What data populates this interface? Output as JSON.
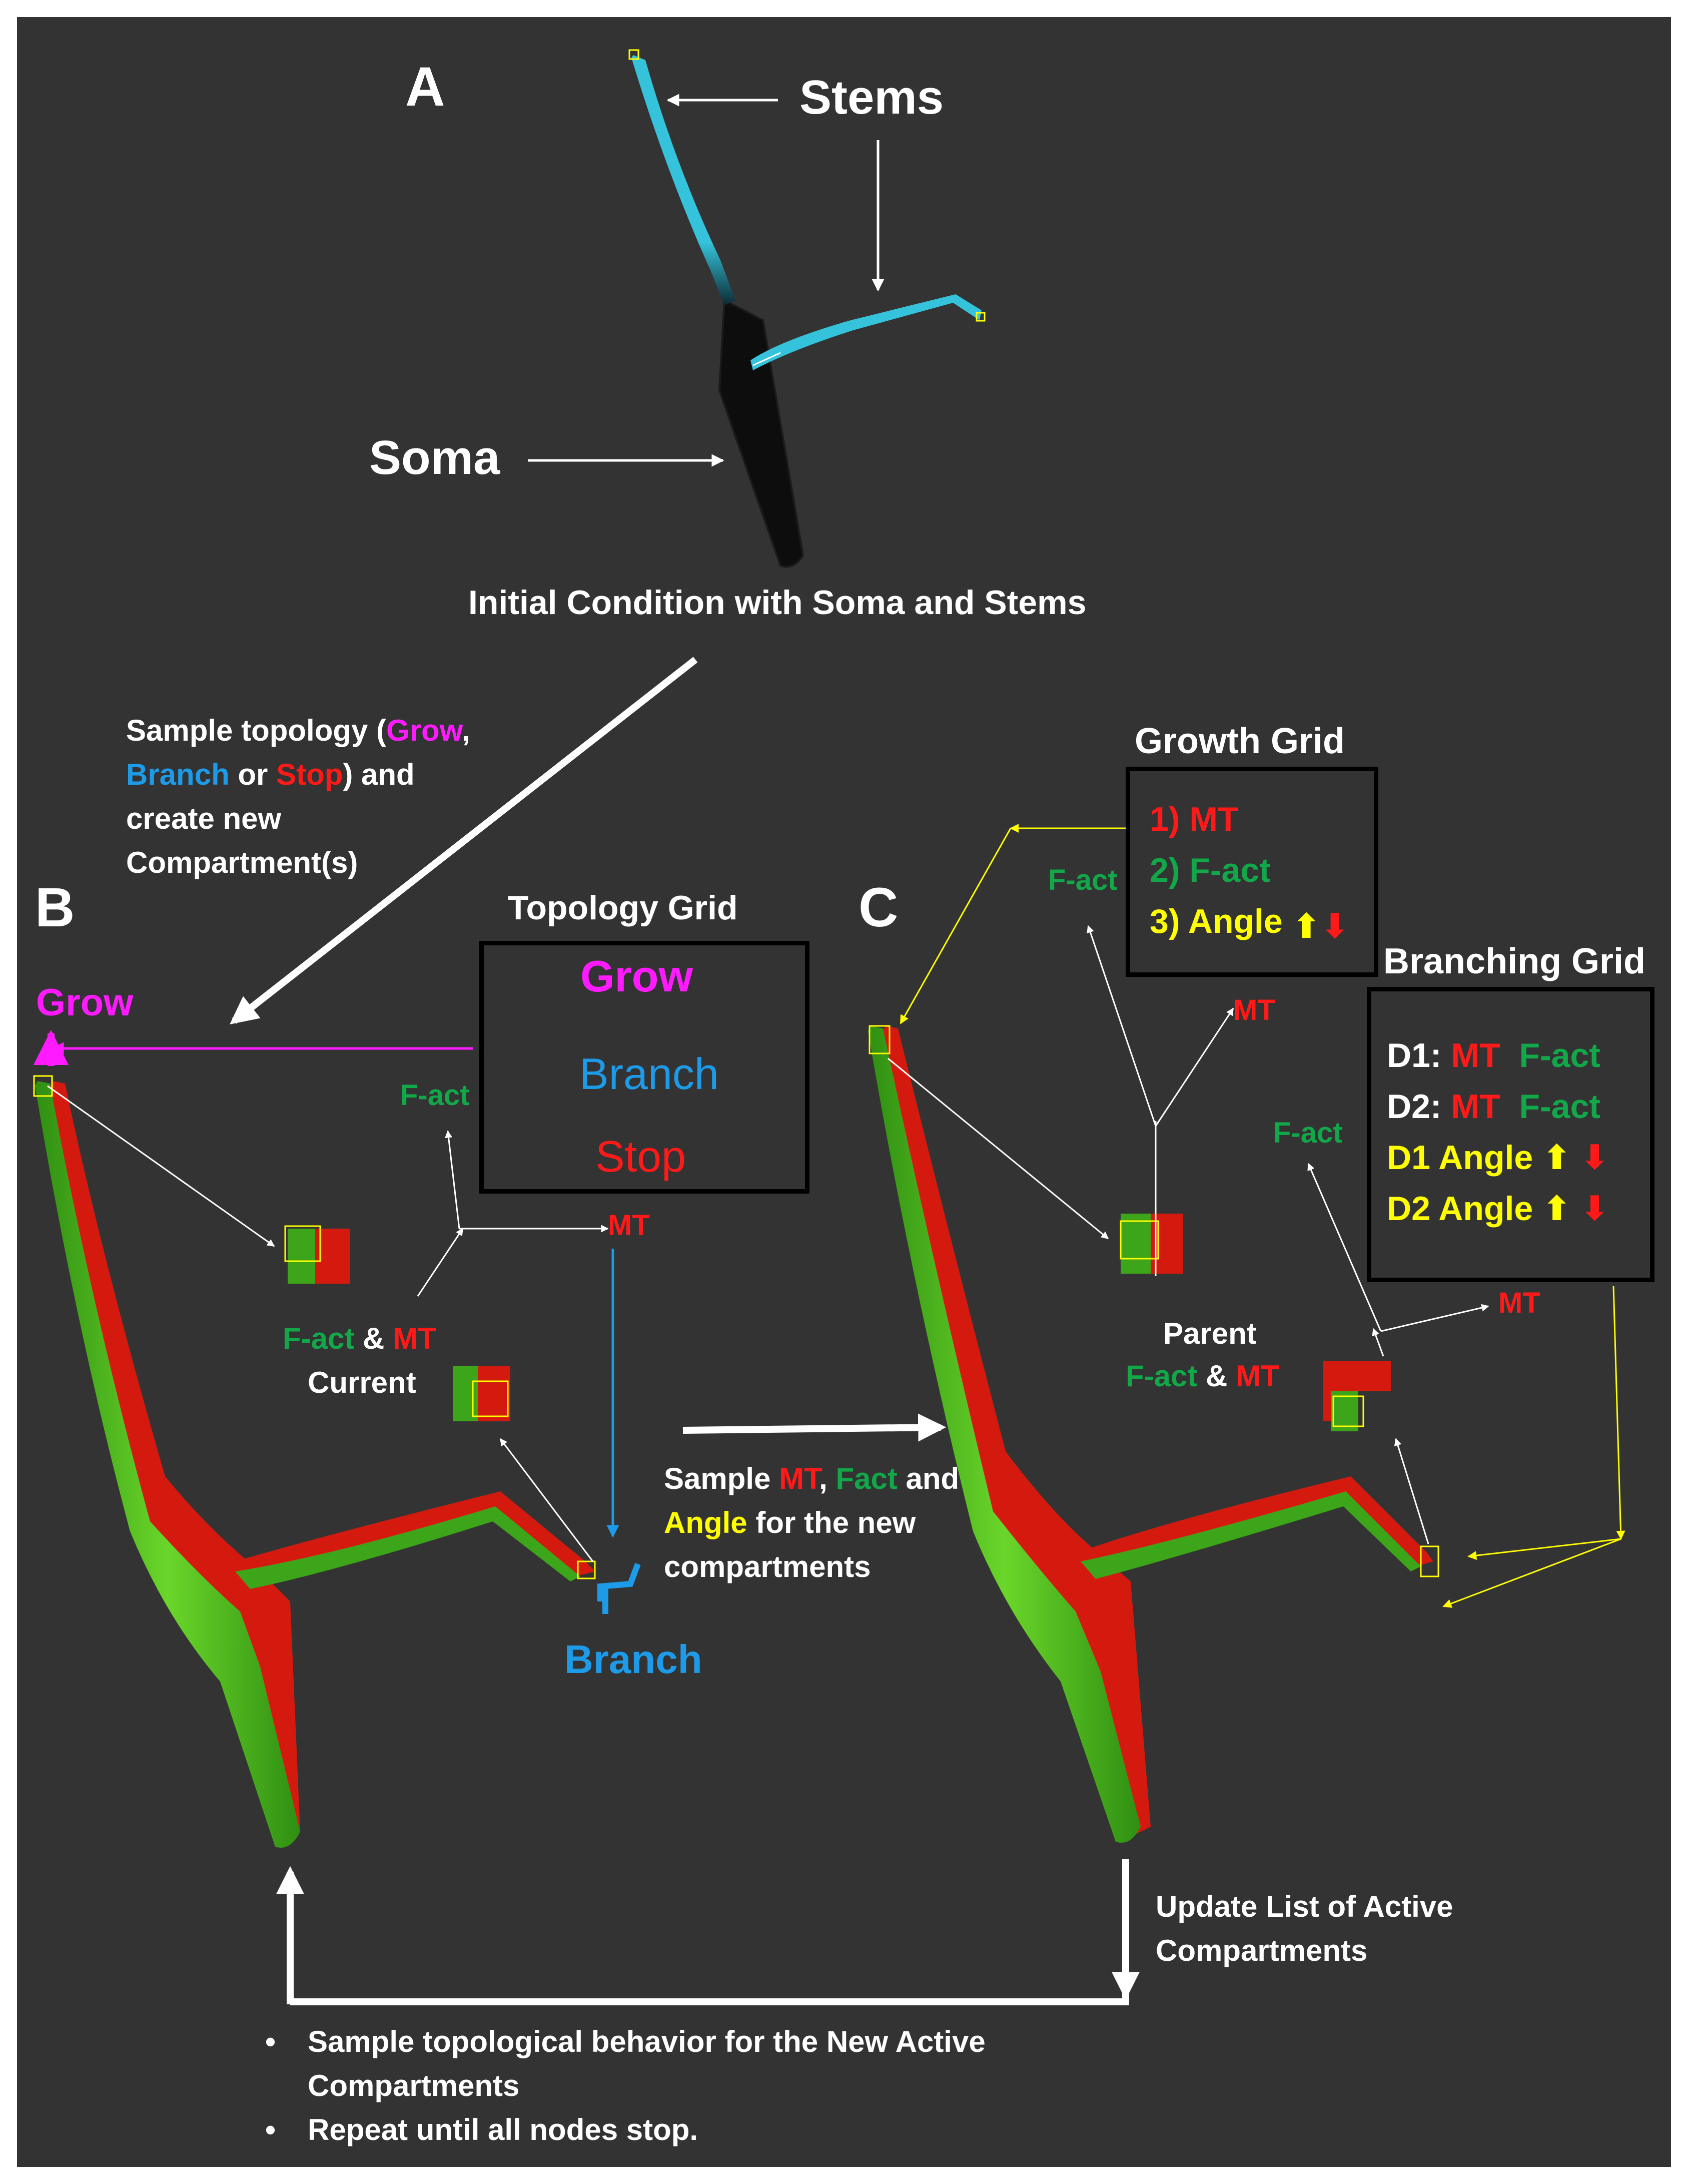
{
  "colors": {
    "background": "#333333",
    "mt_red": "#ff1a1a",
    "fact_green": "#12a84a",
    "grow_magenta": "#ff1aff",
    "branch_blue": "#1e9be8",
    "angle_yellow": "#ffff00",
    "stem_cyan": "#35c2db"
  },
  "panel_a": {
    "letter": "A",
    "stems_label": "Stems",
    "soma_label": "Soma",
    "caption": "Initial Condition with Soma and Stems"
  },
  "sample_topology": {
    "prefix": "Sample topology (",
    "grow": "Grow",
    "comma": ",",
    "branch": "Branch",
    "or": " or ",
    "stop": "Stop",
    "suffix": ") and",
    "line3": "create new",
    "line4": "Compartment(s)"
  },
  "panel_b": {
    "letter": "B",
    "grow_label": "Grow",
    "fact_label": "F-act",
    "mt_label": "MT",
    "current_fact": "F-act",
    "current_amp": " & ",
    "current_mt": "MT",
    "current_label": "Current",
    "branch_label": "Branch",
    "topology_grid": {
      "title": "Topology Grid",
      "grow": "Grow",
      "branch": "Branch",
      "stop": "Stop",
      "icons": [
        "up-arrow-icon",
        "branch-icon",
        "cross-icon",
        "green-up-arrow-icon",
        "red-down-arrow-icon"
      ]
    }
  },
  "middle_text": {
    "sample": "Sample ",
    "mt": "MT",
    "comma": ", ",
    "fact": "Fact",
    "and": " and",
    "angle": "Angle",
    "line2_rest": " for the new",
    "line3": "compartments"
  },
  "panel_c": {
    "letter": "C",
    "fact_top": "F-act",
    "mt_top": "MT",
    "fact_right": "F-act",
    "mt_right": "MT",
    "parent_label": "Parent",
    "parent_fact": "F-act",
    "parent_amp": " & ",
    "parent_mt": "MT",
    "growth_grid": {
      "title": "Growth Grid",
      "item1": "1) MT",
      "item2": "2) F-act",
      "item3": "3) Angle"
    },
    "branching_grid": {
      "title": "Branching Grid",
      "d1": "D1:",
      "d2": "D2:",
      "mt": "MT",
      "fact": "F-act",
      "d1_angle": "D1 Angle",
      "d2_angle": "D2 Angle"
    }
  },
  "update_text": {
    "line1": "Update List of Active",
    "line2": "Compartments"
  },
  "bullets": {
    "item1_line1": "Sample topological behavior for the New Active",
    "item1_line2": "Compartments",
    "item2": "Repeat until all nodes stop.",
    "bullet_glyph": "•"
  }
}
